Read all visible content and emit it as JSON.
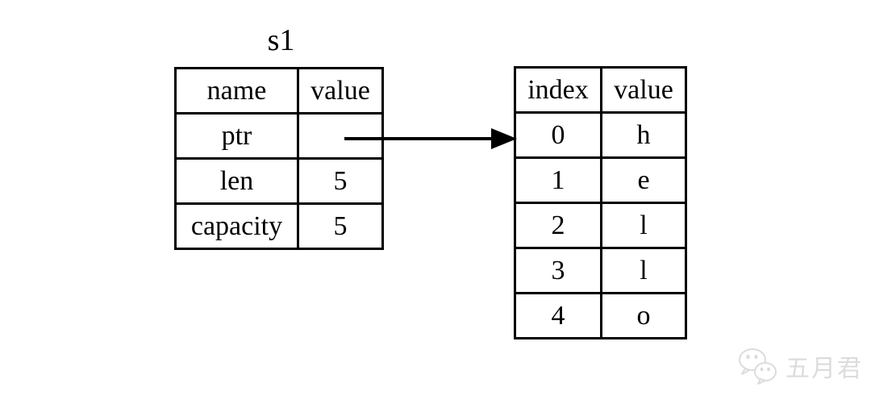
{
  "diagram": {
    "title": "s1",
    "colors": {
      "border": "#000000",
      "text": "#000000",
      "background": "#ffffff",
      "watermark": "#dcdcdc"
    }
  },
  "stack_table": {
    "headers": [
      "name",
      "value"
    ],
    "rows": [
      {
        "name": "ptr",
        "value": ""
      },
      {
        "name": "len",
        "value": "5"
      },
      {
        "name": "capacity",
        "value": "5"
      }
    ]
  },
  "heap_table": {
    "headers": [
      "index",
      "value"
    ],
    "rows": [
      {
        "index": "0",
        "value": "h"
      },
      {
        "index": "1",
        "value": "e"
      },
      {
        "index": "2",
        "value": "l"
      },
      {
        "index": "3",
        "value": "l"
      },
      {
        "index": "4",
        "value": "o"
      }
    ]
  },
  "arrow": {
    "from": "ptr-value-cell",
    "to": "heap-row-0"
  },
  "watermark": {
    "icon": "wechat-icon",
    "label": "五月君"
  }
}
